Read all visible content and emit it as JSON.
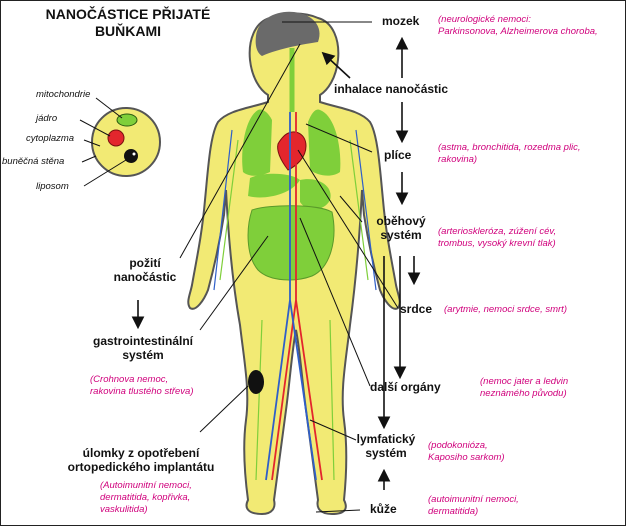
{
  "title": {
    "line1": "NANOČÁSTICE PŘIJATÉ",
    "line2": "BUŇKAMI"
  },
  "cell_labels": {
    "mitochondria": "mitochondrie",
    "nucleus": "jádro",
    "cytoplasm": "cytoplazma",
    "cell_wall": "buněčná stěna",
    "liposome": "liposom"
  },
  "nodes": {
    "brain": "mozek",
    "inhalation": "inhalace nanočástic",
    "lungs": "plíce",
    "circ1": "oběhový",
    "circ2": "systém",
    "heart": "srdce",
    "other": "další orgány",
    "lymph1": "lymfatický",
    "lymph2": "systém",
    "skin": "kůže",
    "ingest1": "požití",
    "ingest2": "nanočástic",
    "gi1": "gastrointestinální",
    "gi2": "systém",
    "ortho1": "úlomky z opotřebení",
    "ortho2": "ortopedického implantátu"
  },
  "diseases": {
    "brain1": "(neurologické nemoci:",
    "brain2": "Parkinsonova, Alzheimerova choroba,",
    "lungs1": "(astma, bronchitida, rozedma plic,",
    "lungs2": "rakovina)",
    "circ1": "(arterioskleróza, zúžení cév,",
    "circ2": "trombus, vysoký krevní tlak)",
    "heart": "(arytmie, nemoci srdce, smrt)",
    "other1": "(nemoc jater a ledvin",
    "other2": "neznámého původu)",
    "lymph1": "(podokonióza,",
    "lymph2": "Kaposiho sarkom)",
    "skin1": "(autoimunitní nemoci,",
    "skin2": "dermatitida)",
    "gi1": "(Crohnova nemoc,",
    "gi2": "rakovina tlustého střeva)",
    "ortho1": "(Autoimunitní nemoci,",
    "ortho2": "dermatitida, kopřivka,",
    "ortho3": "vaskulitida)"
  },
  "colors": {
    "body": "#f2ea74",
    "body_outline": "#555555",
    "organ_green": "#7fcf3a",
    "heart_red": "#e3262d",
    "vein_blue": "#2f5fc9",
    "brain_gray": "#6a6a6a",
    "disease_magenta": "#d0007c"
  }
}
